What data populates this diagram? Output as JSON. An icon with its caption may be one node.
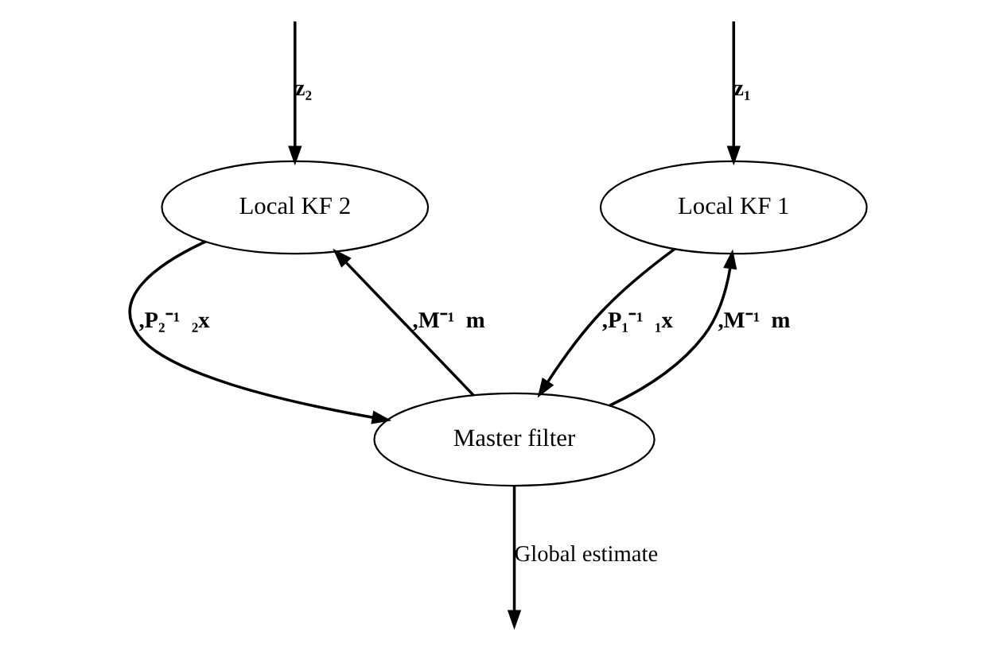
{
  "diagram": {
    "nodes": [
      {
        "text": [
          "Local KF 1"
        ]
      },
      {
        "text": [
          "Local KF 2"
        ]
      },
      {
        "text": [
          "Master filter"
        ]
      }
    ],
    "edges": [
      {
        "from": null,
        "to": 0,
        "arrow": "to",
        "label": "z₁"
      },
      {
        "from": null,
        "to": 1,
        "arrow": "to",
        "label": "z₂"
      },
      {
        "from": 0,
        "to": 2,
        "arrow": "to",
        "label": ",P₁⁻¹  ₁x"
      },
      {
        "from": 2,
        "to": 0,
        "arrow": "to",
        "label": ",M⁻¹  m"
      },
      {
        "from": 1,
        "to": 2,
        "arrow": "to",
        "label": ",P₂⁻¹  ₂x"
      },
      {
        "from": 2,
        "to": 1,
        "arrow": "to",
        "label": ",M⁻¹  m"
      },
      {
        "from": 2,
        "to": null,
        "arrow": "to",
        "label": "Global estimate"
      }
    ]
  }
}
